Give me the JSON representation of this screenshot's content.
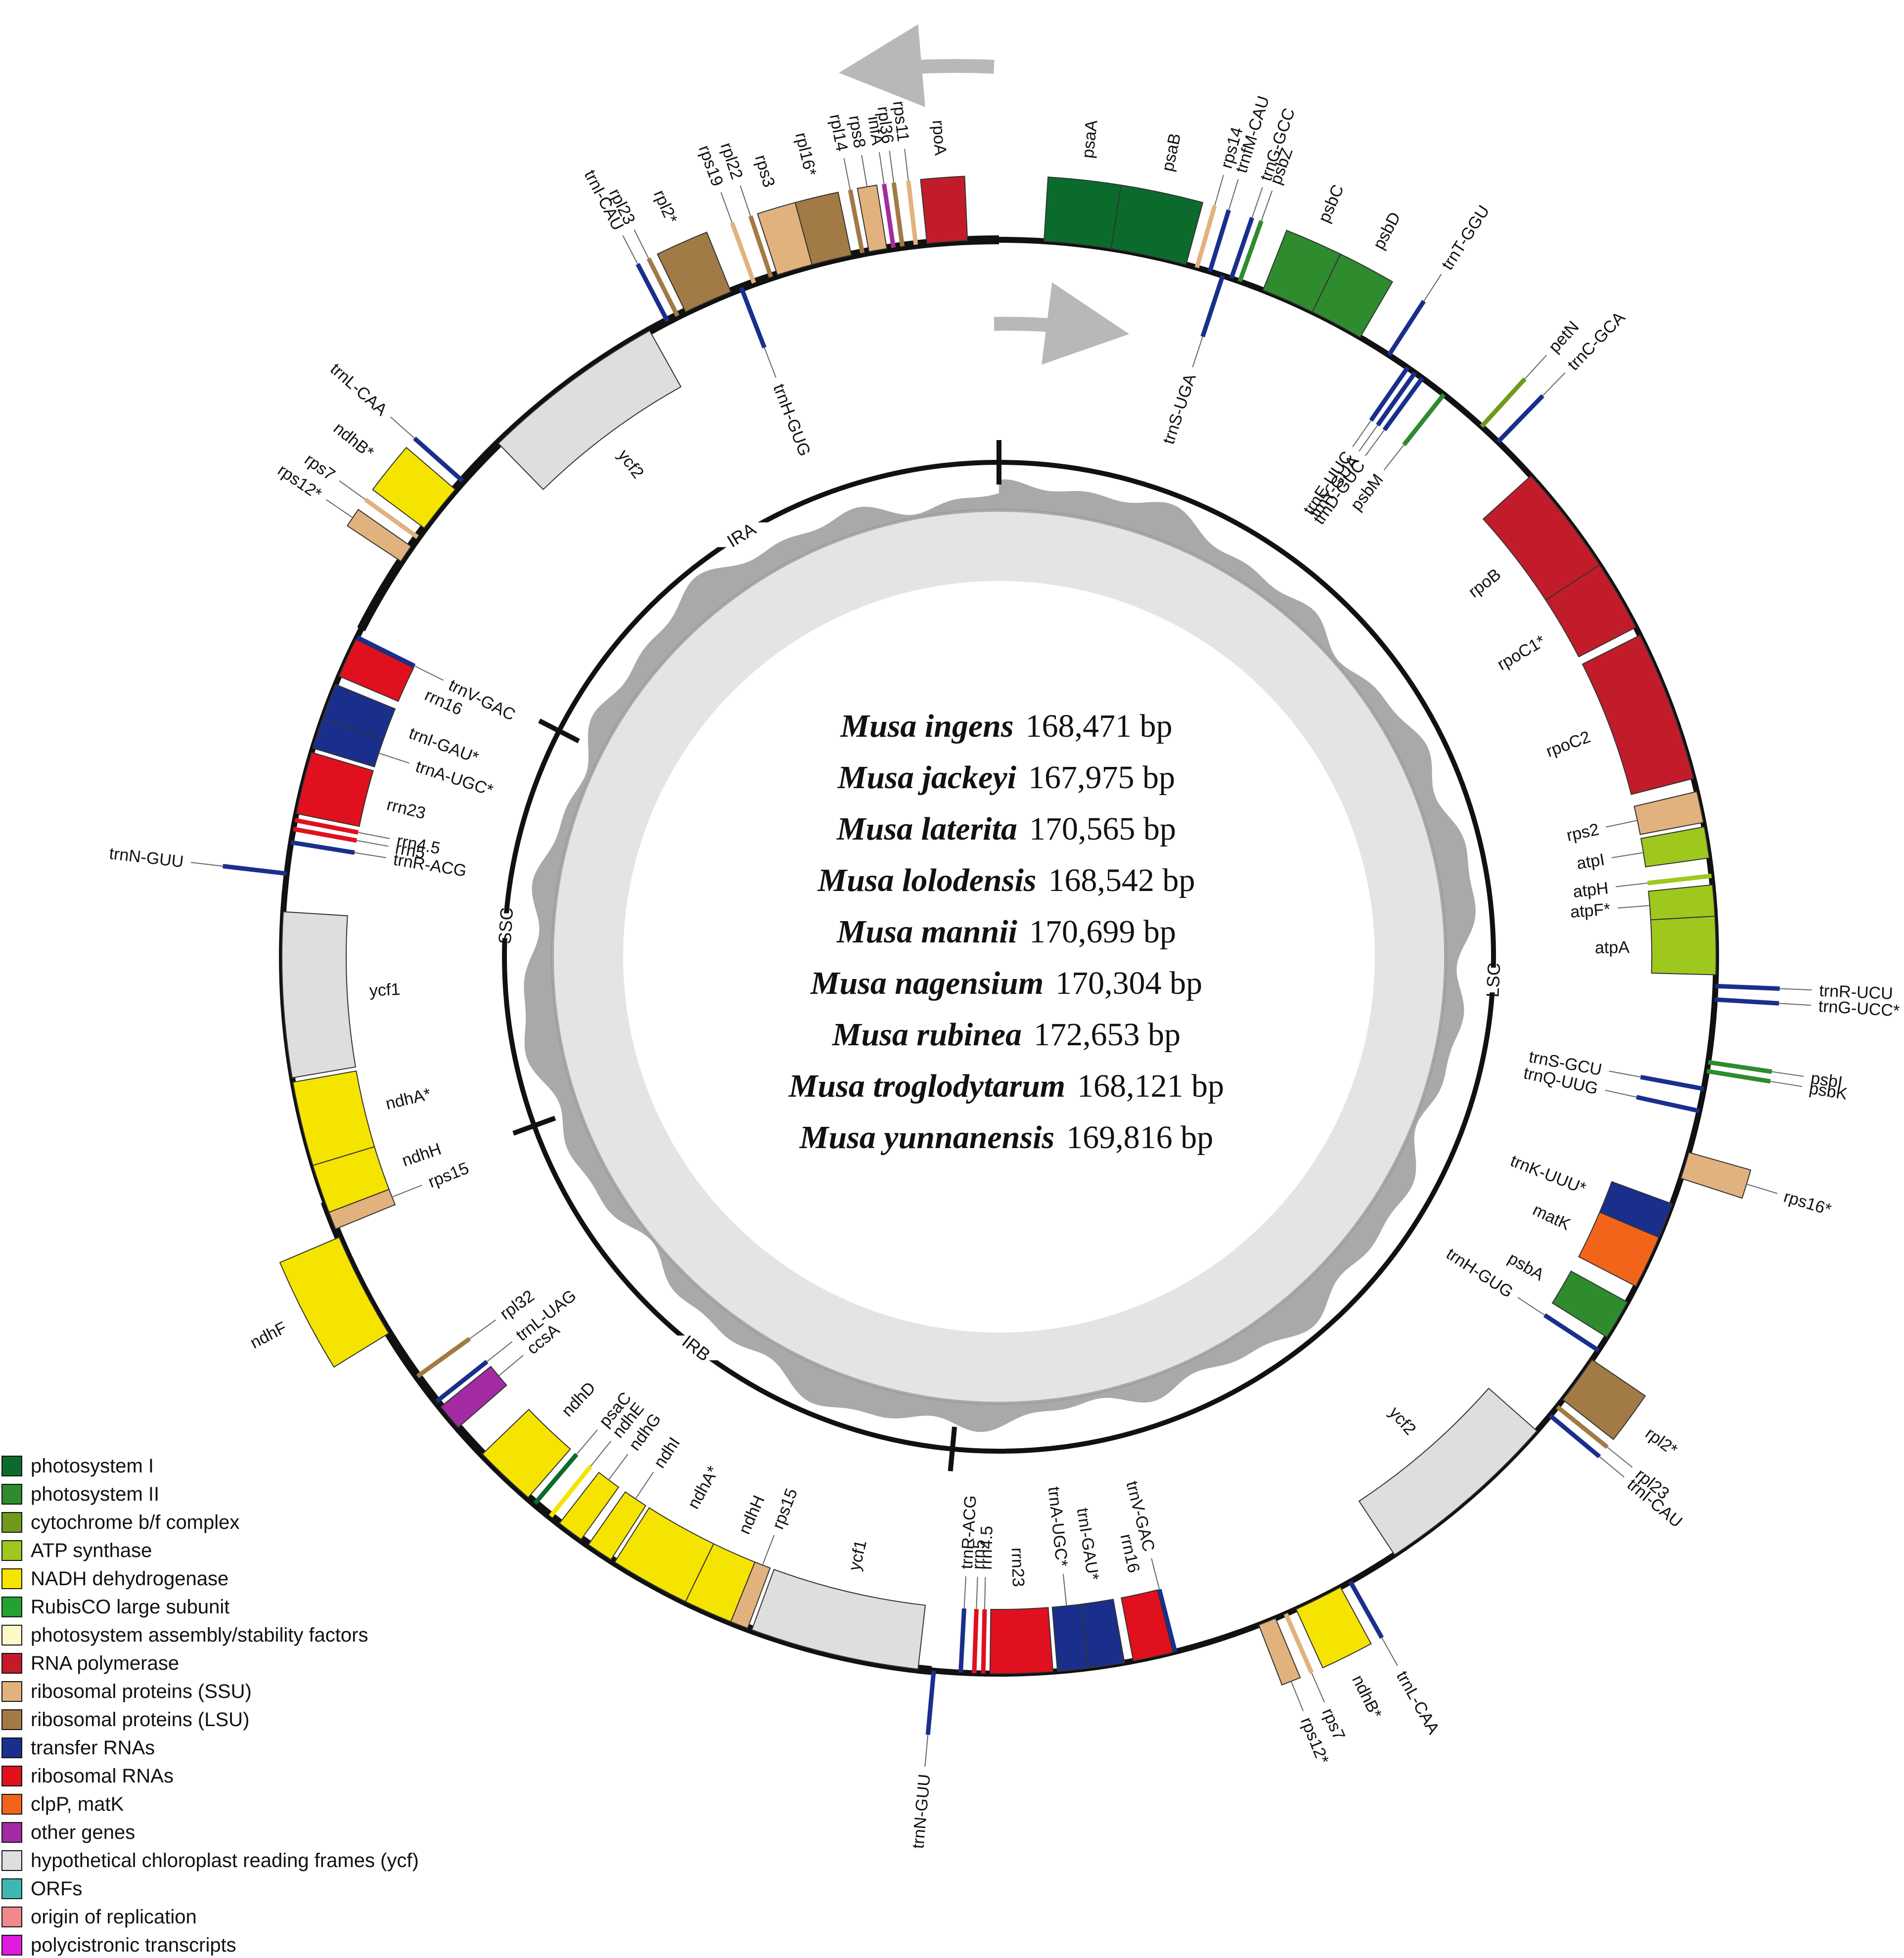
{
  "regions": [
    {
      "label": "LSC",
      "start": 0.0,
      "end": 0.515
    },
    {
      "label": "IRB",
      "start": 0.515,
      "end": 0.6945
    },
    {
      "label": "SSC",
      "start": 0.6945,
      "end": 0.8255
    },
    {
      "label": "IRA",
      "start": 0.8255,
      "end": 1.0
    }
  ],
  "species": [
    {
      "name": "Musa ingens",
      "size": "168,471 bp"
    },
    {
      "name": "Musa jackeyi",
      "size": "167,975 bp"
    },
    {
      "name": "Musa laterita",
      "size": "170,565 bp"
    },
    {
      "name": "Musa lolodensis",
      "size": "168,542 bp"
    },
    {
      "name": "Musa mannii",
      "size": "170,699 bp"
    },
    {
      "name": "Musa nagensium",
      "size": "170,304 bp"
    },
    {
      "name": "Musa rubinea",
      "size": "172,653 bp"
    },
    {
      "name": "Musa troglodytarum",
      "size": "168,121 bp"
    },
    {
      "name": "Musa yunnanensis",
      "size": "169,816 bp"
    }
  ],
  "legend": [
    {
      "label": "photosystem I",
      "color": "#0b6b2c"
    },
    {
      "label": "photosystem II",
      "color": "#2e8b2e"
    },
    {
      "label": "cytochrome b/f complex",
      "color": "#6f9a1c"
    },
    {
      "label": "ATP synthase",
      "color": "#9fc81e"
    },
    {
      "label": "NADH dehydrogenase",
      "color": "#f5e400"
    },
    {
      "label": "RubisCO large subunit",
      "color": "#23a133"
    },
    {
      "label": "photosystem assembly/stability factors",
      "color": "#fdf8c8"
    },
    {
      "label": "RNA polymerase",
      "color": "#c21c2a"
    },
    {
      "label": "ribosomal proteins (SSU)",
      "color": "#e2b27e"
    },
    {
      "label": "ribosomal proteins (LSU)",
      "color": "#a27a45"
    },
    {
      "label": "transfer RNAs",
      "color": "#1a2f8c"
    },
    {
      "label": "ribosomal RNAs",
      "color": "#e0101e"
    },
    {
      "label": "clpP, matK",
      "color": "#f2641a"
    },
    {
      "label": "other genes",
      "color": "#a32aa3"
    },
    {
      "label": "hypothetical chloroplast reading frames (ycf)",
      "color": "#dedede"
    },
    {
      "label": "ORFs",
      "color": "#3db8b0"
    },
    {
      "label": "origin of replication",
      "color": "#f08a8a"
    },
    {
      "label": "polycistronic transcripts",
      "color": "#e01ae0"
    }
  ],
  "genes": [
    {
      "name": "psaA",
      "start": 0.01,
      "end": 0.025,
      "strand": "out",
      "cat": "photosystem I",
      "rot": true
    },
    {
      "name": "psaB",
      "start": 0.025,
      "end": 0.042,
      "strand": "out",
      "cat": "photosystem I",
      "rot": true
    },
    {
      "name": "rps14",
      "start": 0.043,
      "end": 0.046,
      "strand": "out",
      "cat": "ribosomal proteins (SSU)",
      "rot": true
    },
    {
      "name": "trnfM-CAU",
      "start": 0.047,
      "end": 0.048,
      "strand": "out",
      "cat": "transfer RNAs",
      "rot": true
    },
    {
      "name": "trnS-UGA",
      "start": 0.05,
      "end": 0.051,
      "strand": "in",
      "cat": "transfer RNAs",
      "rot": true
    },
    {
      "name": "trnG-GCC",
      "start": 0.052,
      "end": 0.053,
      "strand": "out",
      "cat": "transfer RNAs",
      "rot": true
    },
    {
      "name": "psbZ",
      "start": 0.054,
      "end": 0.055,
      "strand": "out",
      "cat": "photosystem II",
      "rot": true
    },
    {
      "name": "psbC",
      "start": 0.06,
      "end": 0.072,
      "strand": "out",
      "cat": "photosystem II",
      "rot": true
    },
    {
      "name": "psbD",
      "start": 0.072,
      "end": 0.084,
      "strand": "out",
      "cat": "photosystem II",
      "rot": true
    },
    {
      "name": "trnT-GGU",
      "start": 0.091,
      "end": 0.092,
      "strand": "out",
      "cat": "transfer RNAs",
      "rot": true
    },
    {
      "name": "trnE-UUC",
      "start": 0.096,
      "end": 0.097,
      "strand": "in",
      "cat": "transfer RNAs",
      "rot": true
    },
    {
      "name": "trnY-GUA",
      "start": 0.098,
      "end": 0.099,
      "strand": "in",
      "cat": "transfer RNAs",
      "rot": true
    },
    {
      "name": "trnD-GUC",
      "start": 0.1,
      "end": 0.101,
      "strand": "in",
      "cat": "transfer RNAs",
      "rot": true
    },
    {
      "name": "psbM",
      "start": 0.106,
      "end": 0.107,
      "strand": "in",
      "cat": "photosystem II",
      "rot": true
    },
    {
      "name": "petN",
      "start": 0.117,
      "end": 0.118,
      "strand": "out",
      "cat": "cytochrome b/f complex",
      "rot": true
    },
    {
      "name": "trnC-GCA",
      "start": 0.122,
      "end": 0.123,
      "strand": "out",
      "cat": "transfer RNAs",
      "rot": true
    },
    {
      "name": "rpoB",
      "start": 0.133,
      "end": 0.158,
      "strand": "in",
      "cat": "RNA polymerase",
      "rot": true
    },
    {
      "name": "rpoC1*",
      "start": 0.158,
      "end": 0.174,
      "strand": "in",
      "cat": "RNA polymerase",
      "rot": true
    },
    {
      "name": "rpoC2",
      "start": 0.176,
      "end": 0.21,
      "strand": "in",
      "cat": "RNA polymerase",
      "rot": true
    },
    {
      "name": "rps2",
      "start": 0.213,
      "end": 0.22,
      "strand": "in",
      "cat": "ribosomal proteins (SSU)",
      "rot": true
    },
    {
      "name": "atpI",
      "start": 0.221,
      "end": 0.228,
      "strand": "in",
      "cat": "ATP synthase",
      "rot": true
    },
    {
      "name": "atpH",
      "start": 0.231,
      "end": 0.233,
      "strand": "in",
      "cat": "ATP synthase",
      "rot": true
    },
    {
      "name": "atpF*",
      "start": 0.234,
      "end": 0.241,
      "strand": "in",
      "cat": "ATP synthase",
      "rot": true
    },
    {
      "name": "atpA",
      "start": 0.241,
      "end": 0.254,
      "strand": "in",
      "cat": "ATP synthase",
      "rot": true
    },
    {
      "name": "trnR-UCU",
      "start": 0.256,
      "end": 0.257,
      "strand": "out",
      "cat": "transfer RNAs",
      "rot": true
    },
    {
      "name": "trnG-UCC*",
      "start": 0.258,
      "end": 0.261,
      "strand": "out",
      "cat": "transfer RNAs",
      "rot": true
    },
    {
      "name": "psbI",
      "start": 0.273,
      "end": 0.274,
      "strand": "out",
      "cat": "photosystem II",
      "rot": true
    },
    {
      "name": "psbK",
      "start": 0.275,
      "end": 0.276,
      "strand": "out",
      "cat": "photosystem II",
      "rot": true
    },
    {
      "name": "trnS-GCU",
      "start": 0.279,
      "end": 0.28,
      "strand": "in",
      "cat": "transfer RNAs",
      "rot": true
    },
    {
      "name": "trnQ-UUG",
      "start": 0.284,
      "end": 0.285,
      "strand": "in",
      "cat": "transfer RNAs",
      "rot": true
    },
    {
      "name": "rps16*",
      "start": 0.294,
      "end": 0.3,
      "strand": "out",
      "cat": "ribosomal proteins (SSU)",
      "rot": false
    },
    {
      "name": "trnK-UUU*",
      "start": 0.306,
      "end": 0.314,
      "strand": "in",
      "cat": "transfer RNAs",
      "rot": false
    },
    {
      "name": "matK",
      "start": 0.314,
      "end": 0.326,
      "strand": "in",
      "cat": "clpP, matK",
      "rot": false
    },
    {
      "name": "psbA",
      "start": 0.33,
      "end": 0.339,
      "strand": "in",
      "cat": "photosystem II",
      "rot": false
    },
    {
      "name": "trnH-GUG",
      "start": 0.342,
      "end": 0.343,
      "strand": "in",
      "cat": "transfer RNAs",
      "rot": false
    },
    {
      "name": "rpl2*",
      "start": 0.345,
      "end": 0.356,
      "strand": "out",
      "cat": "ribosomal proteins (LSU)",
      "rot": false
    },
    {
      "name": "rpl23",
      "start": 0.357,
      "end": 0.359,
      "strand": "out",
      "cat": "ribosomal proteins (LSU)",
      "rot": false
    },
    {
      "name": "trnI-CAU",
      "start": 0.36,
      "end": 0.361,
      "strand": "out",
      "cat": "transfer RNAs",
      "rot": false
    },
    {
      "name": "ycf2",
      "start": 0.365,
      "end": 0.407,
      "strand": "in",
      "cat": "hypothetical chloroplast reading frames (ycf)",
      "rot": true
    },
    {
      "name": "trnL-CAA",
      "start": 0.418,
      "end": 0.419,
      "strand": "out",
      "cat": "transfer RNAs",
      "rot": false
    },
    {
      "name": "ndhB*",
      "start": 0.421,
      "end": 0.432,
      "strand": "out",
      "cat": "NADH dehydrogenase",
      "rot": false
    },
    {
      "name": "rps7",
      "start": 0.433,
      "end": 0.436,
      "strand": "out",
      "cat": "ribosomal proteins (SSU)",
      "rot": false
    },
    {
      "name": "rps12*",
      "start": 0.437,
      "end": 0.441,
      "strand": "out",
      "cat": "ribosomal proteins (SSU)",
      "rot": false
    },
    {
      "name": "trnV-GAC",
      "start": 0.46,
      "end": 0.461,
      "strand": "in",
      "cat": "transfer RNAs",
      "rot": true
    },
    {
      "name": "rrn16",
      "start": 0.461,
      "end": 0.47,
      "strand": "in",
      "cat": "ribosomal RNAs",
      "rot": true
    },
    {
      "name": "trnI-GAU*",
      "start": 0.472,
      "end": 0.48,
      "strand": "in",
      "cat": "transfer RNAs",
      "rot": true
    },
    {
      "name": "trnA-UGC*",
      "start": 0.48,
      "end": 0.487,
      "strand": "in",
      "cat": "transfer RNAs",
      "rot": true
    },
    {
      "name": "rrn23",
      "start": 0.488,
      "end": 0.502,
      "strand": "in",
      "cat": "ribosomal RNAs",
      "rot": true
    },
    {
      "name": "rrn4.5",
      "start": 0.503,
      "end": 0.504,
      "strand": "in",
      "cat": "ribosomal RNAs",
      "rot": true
    },
    {
      "name": "rrn5",
      "start": 0.505,
      "end": 0.506,
      "strand": "in",
      "cat": "ribosomal RNAs",
      "rot": true
    },
    {
      "name": "trnR-ACG",
      "start": 0.508,
      "end": 0.509,
      "strand": "in",
      "cat": "transfer RNAs",
      "rot": true
    },
    {
      "name": "trnN-GUU",
      "start": 0.514,
      "end": 0.515,
      "strand": "out",
      "cat": "transfer RNAs",
      "rot": true
    },
    {
      "name": "ycf1",
      "start": 0.518,
      "end": 0.556,
      "strand": "in",
      "cat": "hypothetical chloroplast reading frames (ycf)",
      "rot": true
    },
    {
      "name": "rps15",
      "start": 0.557,
      "end": 0.561,
      "strand": "in",
      "cat": "ribosomal proteins (SSU)",
      "rot": true
    },
    {
      "name": "ndhH",
      "start": 0.561,
      "end": 0.572,
      "strand": "in",
      "cat": "NADH dehydrogenase",
      "rot": true
    },
    {
      "name": "ndhA*",
      "start": 0.572,
      "end": 0.59,
      "strand": "in",
      "cat": "NADH dehydrogenase",
      "rot": true
    },
    {
      "name": "ndhI",
      "start": 0.591,
      "end": 0.597,
      "strand": "in",
      "cat": "NADH dehydrogenase",
      "rot": true
    },
    {
      "name": "ndhG",
      "start": 0.599,
      "end": 0.605,
      "strand": "in",
      "cat": "NADH dehydrogenase",
      "rot": true
    },
    {
      "name": "ndhE",
      "start": 0.606,
      "end": 0.609,
      "strand": "in",
      "cat": "NADH dehydrogenase",
      "rot": true
    },
    {
      "name": "psaC",
      "start": 0.611,
      "end": 0.613,
      "strand": "in",
      "cat": "photosystem I",
      "rot": true
    },
    {
      "name": "ndhD",
      "start": 0.614,
      "end": 0.628,
      "strand": "in",
      "cat": "NADH dehydrogenase",
      "rot": true
    },
    {
      "name": "ccsA",
      "start": 0.636,
      "end": 0.642,
      "strand": "in",
      "cat": "other genes",
      "rot": true
    },
    {
      "name": "trnL-UAG",
      "start": 0.643,
      "end": 0.644,
      "strand": "in",
      "cat": "transfer RNAs",
      "rot": true
    },
    {
      "name": "rpl32",
      "start": 0.65,
      "end": 0.651,
      "strand": "in",
      "cat": "ribosomal proteins (LSU)",
      "rot": true
    },
    {
      "name": "ndhF",
      "start": 0.662,
      "end": 0.686,
      "strand": "out",
      "cat": "NADH dehydrogenase",
      "rot": true
    },
    {
      "name": "rps15",
      "start": 0.688,
      "end": 0.692,
      "strand": "in",
      "cat": "ribosomal proteins (SSU)",
      "rot": true
    },
    {
      "name": "ndhH",
      "start": 0.692,
      "end": 0.703,
      "strand": "in",
      "cat": "NADH dehydrogenase",
      "rot": true
    },
    {
      "name": "ndhA*",
      "start": 0.703,
      "end": 0.722,
      "strand": "in",
      "cat": "NADH dehydrogenase",
      "rot": true
    },
    {
      "name": "ycf1",
      "start": 0.723,
      "end": 0.76,
      "strand": "in",
      "cat": "hypothetical chloroplast reading frames (ycf)",
      "rot": true
    },
    {
      "name": "trnN-GUU",
      "start": 0.768,
      "end": 0.769,
      "strand": "out",
      "cat": "transfer RNAs",
      "rot": true
    },
    {
      "name": "trnR-ACG",
      "start": 0.775,
      "end": 0.776,
      "strand": "in",
      "cat": "transfer RNAs",
      "rot": true
    },
    {
      "name": "rrn5",
      "start": 0.778,
      "end": 0.779,
      "strand": "in",
      "cat": "ribosomal RNAs",
      "rot": true
    },
    {
      "name": "rrn4.5",
      "start": 0.78,
      "end": 0.781,
      "strand": "in",
      "cat": "ribosomal RNAs",
      "rot": true
    },
    {
      "name": "rrn23",
      "start": 0.782,
      "end": 0.796,
      "strand": "in",
      "cat": "ribosomal RNAs",
      "rot": true
    },
    {
      "name": "trnA-UGC*",
      "start": 0.797,
      "end": 0.804,
      "strand": "in",
      "cat": "transfer RNAs",
      "rot": true
    },
    {
      "name": "trnI-GAU*",
      "start": 0.804,
      "end": 0.812,
      "strand": "in",
      "cat": "transfer RNAs",
      "rot": true
    },
    {
      "name": "rrn16",
      "start": 0.814,
      "end": 0.823,
      "strand": "in",
      "cat": "ribosomal RNAs",
      "rot": true
    },
    {
      "name": "trnV-GAC",
      "start": 0.823,
      "end": 0.824,
      "strand": "in",
      "cat": "transfer RNAs",
      "rot": true
    },
    {
      "name": "rps12*",
      "start": 0.843,
      "end": 0.847,
      "strand": "out",
      "cat": "ribosomal proteins (SSU)",
      "rot": false
    },
    {
      "name": "rps7",
      "start": 0.848,
      "end": 0.851,
      "strand": "out",
      "cat": "ribosomal proteins (SSU)",
      "rot": false
    },
    {
      "name": "ndhB*",
      "start": 0.852,
      "end": 0.863,
      "strand": "out",
      "cat": "NADH dehydrogenase",
      "rot": false
    },
    {
      "name": "trnL-CAA",
      "start": 0.865,
      "end": 0.866,
      "strand": "out",
      "cat": "transfer RNAs",
      "rot": false
    },
    {
      "name": "ycf2",
      "start": 0.877,
      "end": 0.919,
      "strand": "in",
      "cat": "hypothetical chloroplast reading frames (ycf)",
      "rot": true
    },
    {
      "name": "trnI-CAU",
      "start": 0.923,
      "end": 0.924,
      "strand": "out",
      "cat": "transfer RNAs",
      "rot": false
    },
    {
      "name": "rpl23",
      "start": 0.925,
      "end": 0.927,
      "strand": "out",
      "cat": "ribosomal proteins (LSU)",
      "rot": false
    },
    {
      "name": "rpl2*",
      "start": 0.928,
      "end": 0.939,
      "strand": "out",
      "cat": "ribosomal proteins (LSU)",
      "rot": false
    },
    {
      "name": "trnH-GUG",
      "start": 0.941,
      "end": 0.942,
      "strand": "in",
      "cat": "transfer RNAs",
      "rot": false
    },
    {
      "name": "rps19",
      "start": 0.943,
      "end": 0.946,
      "strand": "out",
      "cat": "ribosomal proteins (SSU)",
      "rot": false
    },
    {
      "name": "rpl22",
      "start": 0.947,
      "end": 0.95,
      "strand": "out",
      "cat": "ribosomal proteins (LSU)",
      "rot": false
    },
    {
      "name": "rps3",
      "start": 0.95,
      "end": 0.958,
      "strand": "out",
      "cat": "ribosomal proteins (SSU)",
      "rot": false
    },
    {
      "name": "rpl16*",
      "start": 0.958,
      "end": 0.967,
      "strand": "out",
      "cat": "ribosomal proteins (LSU)",
      "rot": false
    },
    {
      "name": "rpl14",
      "start": 0.968,
      "end": 0.971,
      "strand": "out",
      "cat": "ribosomal proteins (LSU)",
      "rot": false
    },
    {
      "name": "rps8",
      "start": 0.971,
      "end": 0.975,
      "strand": "out",
      "cat": "ribosomal proteins (SSU)",
      "rot": false
    },
    {
      "name": "infA",
      "start": 0.976,
      "end": 0.977,
      "strand": "out",
      "cat": "other genes",
      "rot": false
    },
    {
      "name": "rpl36",
      "start": 0.978,
      "end": 0.979,
      "strand": "out",
      "cat": "ribosomal proteins (LSU)",
      "rot": false
    },
    {
      "name": "rps11",
      "start": 0.98,
      "end": 0.983,
      "strand": "out",
      "cat": "ribosomal proteins (SSU)",
      "rot": false
    },
    {
      "name": "rpoA",
      "start": 0.984,
      "end": 0.993,
      "strand": "out",
      "cat": "RNA polymerase",
      "rot": false
    }
  ]
}
